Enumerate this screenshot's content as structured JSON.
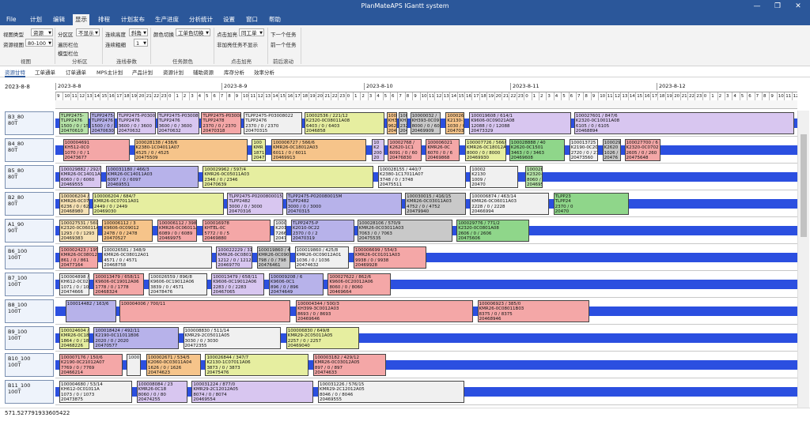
{
  "window": {
    "title": "PlanMateAPS IGantt system",
    "min": "—",
    "max": "❐",
    "close": "✕"
  },
  "menu": [
    "File",
    "计划",
    "编辑",
    "显示",
    "排程",
    "计划发布",
    "生产进度",
    "分析统计",
    "设置",
    "窗口",
    "帮助"
  ],
  "ribbon": {
    "view_type_label": "视图类型",
    "view_type_value": "资源",
    "resource_view_label": "资源视图",
    "resource_view_value": "80-100",
    "partition_label": "分区区",
    "partition_value": "不显示",
    "repaint_label": "遍历栏位",
    "model_label": "模型栏位",
    "connect_label": "连续高度",
    "connect_value": "斜角",
    "connect_thick_label": "连续粗细",
    "connect_thick_value": "1",
    "color_label": "颜色切换",
    "color_value": "工单色切换",
    "click_label": "点击加亮",
    "click_value": "同工单",
    "nonhighlight_label": "非加亮任务不显示",
    "next_task": "下一个任务",
    "prev_task": "前一个任务",
    "groups": [
      "视图",
      "分析区",
      "连线参数",
      "任务颜色",
      "点击加亮",
      "前后滚动"
    ]
  },
  "tabs": [
    "资源甘特",
    "工单通单",
    "订单通单",
    "MPS主计划",
    "产品计划",
    "资源计划",
    "辅助资源",
    "库存分析",
    "效率分析"
  ],
  "gantt": {
    "date": "2023-8-8",
    "days": [
      "2023-8-8",
      "2023-8-9",
      "2023-8-10",
      "2023-8-11",
      "2023-8-12"
    ],
    "rows": [
      {
        "name": "B3_80",
        "sub": "80T"
      },
      {
        "name": "B4_80",
        "sub": "80T"
      },
      {
        "name": "B5_80",
        "sub": "80T"
      },
      {
        "name": "B2_80",
        "sub": "80T"
      },
      {
        "name": "A1_90",
        "sub": "90T"
      },
      {
        "name": "B6_100",
        "sub": "100T"
      },
      {
        "name": "B7_100",
        "sub": "100T"
      },
      {
        "name": "B8_100",
        "sub": "100T"
      },
      {
        "name": "B9_100",
        "sub": "100T"
      },
      {
        "name": "B10_100",
        "sub": "100T"
      },
      {
        "name": "B11_100",
        "sub": "100T"
      }
    ],
    "tasks": [
      {
        "row": 0,
        "text": "TLPP2475-|TLPP2476|1500 / 0 / 15|20470610",
        "c": "#b6e3a8"
      },
      {
        "row": 0,
        "text": "TLPP2475-|TLPP2476|1500 / 0 / 1|20470630",
        "c": "#b7b2ea"
      },
      {
        "row": 0,
        "text": "TLPP2475-P03008001BF / 11/|TLPP2476|3600 / 0 / 3600|20470632",
        "c": "#d8c6f0"
      },
      {
        "row": 0,
        "text": "TLPP2475-P03008002F / 12/|TLPP2476|3600 / 0 / 3600|20470632",
        "c": "#d8c6f0"
      },
      {
        "row": 0,
        "text": "TLPP2475-P03008|TLPP2478|2370 / 0 / 2370|20470318",
        "c": "#f4a7a7"
      },
      {
        "row": 0,
        "text": "TLPP2475-P03008022|TLPP2476|2370 / 0 / 2370|20470315",
        "c": "#f0f0f0"
      },
      {
        "row": 0,
        "text": "10002536 / 221/12|K2320-0C08011A08|6403 / 0 / 6403|2046858",
        "c": "#e6eea0"
      },
      {
        "row": 0,
        "text": "1000|KH398|962 / 0|20470",
        "c": "#f6c48a"
      },
      {
        "row": 0,
        "text": "100|KH3|232|204",
        "c": "#c9c9c9"
      },
      {
        "row": 0,
        "text": "10000032 /|KH393-0C09|8000 / 0 / 600|20469909",
        "c": "#c9c9c9"
      },
      {
        "row": 0,
        "text": "1000262|K2130-1|1030 / 0|20470333",
        "c": "#f6c48a"
      },
      {
        "row": 0,
        "text": "100019608 / 614/1|K9606-0C09021A08|12088 / 0 / 12088|20473329",
        "c": "#d8c6f0"
      },
      {
        "row": 0,
        "text": "100027601 / 847/6|K2320-0C10011A08|6105 / 0 / 6105|20468894",
        "c": "#d8c6f0"
      },
      {
        "row": 1,
        "text": "100004691|KH512-0C0|1070 / 0 / 1|20473677",
        "c": "#f4a7a7"
      },
      {
        "row": 1,
        "text": "100028138 / 438/6|K2380-1C04011A07|4525 / 0 / 4525|20475509",
        "c": "#f6c48a"
      },
      {
        "row": 1,
        "text": "100|KMR|1871|2047",
        "c": "#e6eea0"
      },
      {
        "row": 1,
        "text": "100006727 / 566/6|KMR26-0C18012A03|6011 / 0 / 6011|20469913",
        "c": "#f6c48a"
      },
      {
        "row": 1,
        "text": "10|K2|200|20",
        "c": "#d8c6f0"
      },
      {
        "row": 1,
        "text": "10002768 /|K2620-1C1|6091 / 0 / 60|20476830",
        "c": "#f4a7a7"
      },
      {
        "row": 1,
        "text": "100006021|KMR26-0C|6070 / 0 / 6|20469868",
        "c": "#f4a7a7"
      },
      {
        "row": 1,
        "text": "100007726 / 566/6|KMR26-0C18012A03|8000 / 0 / 8000|20469930",
        "c": "#e6eea0"
      },
      {
        "row": 1,
        "text": "100028888 / 40|K2620-0C1501|3463 / 0 / 3463|20469608",
        "c": "#8fd68a"
      },
      {
        "row": 1,
        "text": "100013725 / 6|K2190-0C2021|2720 / 0 / 2720|20473560",
        "c": "#f0f0f0"
      },
      {
        "row": 1,
        "text": "100029|K2620|1026 /|20476",
        "c": "#c9c9c9"
      },
      {
        "row": 1,
        "text": "100027700 / 6|K2320-0C0702|2605 / 0 / 260|20475648",
        "c": "#f4a7a7"
      },
      {
        "row": 2,
        "text": "100029882 / 292/3|KMR26-0C14011A03|6060 / 0 / 6060|20469555",
        "c": "#d8c6f0"
      },
      {
        "row": 2,
        "text": "100031180 / 466/3|KMR26-0C14011A03|6097 / 0 / 6097|20469551",
        "c": "#b7b2ea"
      },
      {
        "row": 2,
        "text": "100029962 / 597/4|KMR26-0C05011A03|2346 / 0 / 2346|20470639",
        "c": "#e6eea0"
      },
      {
        "row": 2,
        "text": "100028155 / 440/7|K2380-1C17011A07|3748 / 0 / 3748|20475511",
        "c": "#f0f0f0"
      },
      {
        "row": 2,
        "text": "10002|K2130|1009 /|20470",
        "c": "#f0f0f0"
      },
      {
        "row": 2,
        "text": "100028266 / 684/7|K2320-0C08011A08|8060 / 0 / 6060|20469590",
        "c": "#b6e3a8"
      },
      {
        "row": 3,
        "text": "100006204 / 168/13|KMR26-0C07011A01|6236 / 0 / 6236|20468980",
        "c": "#f6e1b4"
      },
      {
        "row": 3,
        "text": "100006204 / 684/7|KMR26-0C07011A01|2449 / 0 / 2449|20469030",
        "c": "#e6eea0"
      },
      {
        "row": 3,
        "text": "TLPP2475-P0200800015M / 1|TLPP2482|3000 / 0 / 3000|20470316",
        "c": "#d8c6f0"
      },
      {
        "row": 3,
        "text": "TLPP2475-P020080015M|TLPP2482|3000 / 0 / 3000|20470315",
        "c": "#b7b2ea"
      },
      {
        "row": 3,
        "text": "100030015 / 416/15|KMR26-0C03011A03|4752 / 0 / 4752|20479940",
        "c": "#c9c9c9"
      },
      {
        "row": 3,
        "text": "100006874 / 463/14|KMR26-0C06011A03|2228 / 0 / 2228|20466994",
        "c": "#f0f0f0"
      },
      {
        "row": 3,
        "text": "TLPP23|TLPP24|2370 / 0|20470",
        "c": "#8fd68a"
      },
      {
        "row": 4,
        "text": "100027531 / 569/8|K2320-0C06011A03|1293 / 0 / 1293|20469383",
        "c": "#f6e1b4"
      },
      {
        "row": 4,
        "text": "100006112 / 3|K9606-0C09012|2478 / 0 / 2478|20470527",
        "c": "#f6c48a"
      },
      {
        "row": 4,
        "text": "100006112 / 398/13|KMR26-0C06011A03|6089 / 0 / 6089|20469975",
        "c": "#f4a7a7"
      },
      {
        "row": 4,
        "text": "100016978|KHTEL-0C|5772 / 0 / 5|20469880",
        "c": "#f4a7a7"
      },
      {
        "row": 4,
        "text": "100001608 / 367/14|K2010-0C22011A07|7266 / 0 / 7266|20476019",
        "c": "#f0f0f0"
      },
      {
        "row": 4,
        "text": "TLPP2475-P|K2010-0C22|2370 / 0 / 2|20470319",
        "c": "#b7b2ea"
      },
      {
        "row": 4,
        "text": "100028106 / 570/9|KMR26-0C03011A03|7063 / 0 / 7063|20475535",
        "c": "#c9c9c9"
      },
      {
        "row": 4,
        "text": "100029776 / 771/2|K2320-0C0801A08|2606 / 0 / 2606|20475606",
        "c": "#8fd68a"
      },
      {
        "row": 5,
        "text": "100002423 / 195/|KMR26-0C08012A01|861 / 0 / 861|20477164",
        "c": "#f4a7a7"
      },
      {
        "row": 5,
        "text": "100026581 / 348/9|KMR26-0C08012A01|4571 / 0 / 4571|20468758",
        "c": "#f0f0f0"
      },
      {
        "row": 5,
        "text": "100022229 / 314/9|KMR26-0C08012A01|1212 / 0 / 1212|20469770",
        "c": "#d8c6f0"
      },
      {
        "row": 5,
        "text": "100019860 / 43|KMR26-0C09012|798 / 0 / 798|20476461",
        "c": "#c9c9c9"
      },
      {
        "row": 5,
        "text": "100019860 / 425/8|KMR26-0C09012A01|1036 / 0 / 1036|20474632",
        "c": "#f0f0f0"
      },
      {
        "row": 5,
        "text": "100006699 / 554/3|KMR26-0C01011A03|9938 / 0 / 9938|20469928",
        "c": "#f4a7a7"
      },
      {
        "row": 6,
        "text": "100004898 / 64/|KH612-0C0201|1071 / 0 / 1071|20474666",
        "c": "#f0f0f0"
      },
      {
        "row": 6,
        "text": "100013479 / 658/11|K9606-0C19012A06|1778 / 0 / 1778|20468324",
        "c": "#f4a7a7"
      },
      {
        "row": 6,
        "text": "100026559 / 896/8|K9606-0C19012A06|3839 / 0 / 4571|20478476",
        "c": "#f0f0f0"
      },
      {
        "row": 6,
        "text": "100013479 / 658/11|K9606-0C19012A06|2283 / 0 / 2283|20467065",
        "c": "#d8c6f0"
      },
      {
        "row": 6,
        "text": "100009208 / 6|K9606-0C1|896 / 0 / 896|20474649",
        "c": "#b7b2ea"
      },
      {
        "row": 6,
        "text": "100027622 / 862/6|K9606-0C20012A06|8060 / 0 / 8060|20469664",
        "c": "#f4a7a7"
      },
      {
        "row": 7,
        "text": "100014482 / 163/6",
        "c": "#b7b2ea"
      },
      {
        "row": 7,
        "text": "100004006 / 700/11",
        "c": "#f4a7a7"
      },
      {
        "row": 7,
        "text": "100004344 / 500/3|KH399-3C0012A03|8693 / 0 / 8693|20469646",
        "c": "#f4a7a7"
      },
      {
        "row": 7,
        "text": "100006923 / 385/0|KMR26-0C08011B03|8375 / 0 / 8375|20468946",
        "c": "#f4a7a7"
      },
      {
        "row": 8,
        "text": "100024604 / 149/4|KMR26-0C18011A08|1864 / 0 / 1864|20468226",
        "c": "#e6eea0"
      },
      {
        "row": 8,
        "text": "100018424 / 492/11|K2190-0C11011B06|2020 / 0 / 2020|20470577",
        "c": "#b7b2ea"
      },
      {
        "row": 8,
        "text": "100008830 / 511/14|KMR29-2C05011A05|3030 / 0 / 3030|20472355",
        "c": "#f0f0f0"
      },
      {
        "row": 8,
        "text": "100006830 / 649/8|KMR29-2C05011A05|2257 / 0 / 2257|20469040",
        "c": "#e6eea0"
      },
      {
        "row": 9,
        "text": "100007176 / 150/6|K2190-0C21012A07|7769 / 0 / 7769|20466214",
        "c": "#f4a7a7"
      },
      {
        "row": 9,
        "text": "100014481 / 181/4",
        "c": "#f0f0f0"
      },
      {
        "row": 9,
        "text": "100002671 / 534/5|K2060-0C03011A04|1626 / 0 / 1626|20474623",
        "c": "#f6c48a"
      },
      {
        "row": 9,
        "text": "100026844 / 347/7|K2130-1C07011A06|3873 / 0 / 3873|20475476",
        "c": "#e6eea0"
      },
      {
        "row": 9,
        "text": "100003182 / 429/12|KMR26-0C03012A05|897 / 0 / 897|20474633",
        "c": "#f4a7a7"
      },
      {
        "row": 10,
        "text": "100004680 / 53/14|KH612-0C01011A|1073 / 0 / 1073|20473875",
        "c": "#f0f0f0"
      },
      {
        "row": 10,
        "text": "100008084 / 23|KMR26-0C18|8060 / 0 / 80|20474255",
        "c": "#d8c6f0"
      },
      {
        "row": 10,
        "text": "100031224 / 877/0|KMR29-2C12012A05|8074 / 0 / 8074|20469554",
        "c": "#d8c6f0"
      },
      {
        "row": 10,
        "text": "100031226 / 576/15|KMR29-2C12012A05|8046 / 0 / 8046|20469555",
        "c": "#f0f0f0"
      }
    ]
  },
  "status": "571.527791933605422"
}
